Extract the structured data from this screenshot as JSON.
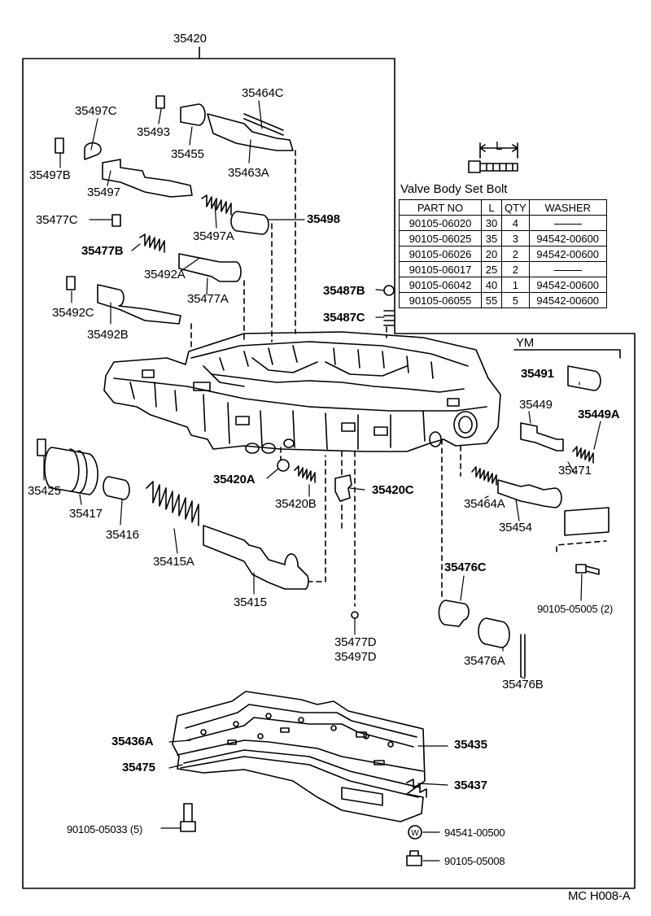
{
  "assembly_number": "35420",
  "figure_code": "MC H008-A",
  "ym_label": "YM",
  "bolt_dimension_label": "L",
  "table": {
    "title": "Valve Body Set Bolt",
    "headers": [
      "PART NO",
      "L",
      "QTY",
      "WASHER"
    ],
    "rows": [
      [
        "90105-06020",
        "30",
        "4",
        ""
      ],
      [
        "90105-06025",
        "35",
        "3",
        "94542-00600"
      ],
      [
        "90105-06026",
        "20",
        "2",
        "94542-00600"
      ],
      [
        "90105-06017",
        "25",
        "2",
        ""
      ],
      [
        "90105-06042",
        "40",
        "1",
        "94542-00600"
      ],
      [
        "90105-06055",
        "55",
        "5",
        "94542-00600"
      ]
    ]
  },
  "labels": {
    "p35497c": "35497C",
    "p35493": "35493",
    "p35464c": "35464C",
    "p35497b": "35497B",
    "p35455": "35455",
    "p35463a": "35463A",
    "p35497": "35497",
    "p35477c": "35477C",
    "p35497a": "35497A",
    "p35498": "35498",
    "p35477b": "35477B",
    "p35492a": "35492A",
    "p35477a": "35477A",
    "p35492c": "35492C",
    "p35492b": "35492B",
    "p35487b": "35487B",
    "p35487c": "35487C",
    "p35491": "35491",
    "p35449": "35449",
    "p35449a": "35449A",
    "p35471": "35471",
    "p35425": "35425",
    "p35417": "35417",
    "p35416": "35416",
    "p35415a": "35415A",
    "p35415": "35415",
    "p35420a": "35420A",
    "p35420b": "35420B",
    "p35420c": "35420C",
    "p35464a": "35464A",
    "p35454": "35454",
    "p35476c": "35476C",
    "p90105_05005": "90105-05005 (2)",
    "p35476a": "35476A",
    "p35476b": "35476B",
    "p35477d": "35477D",
    "p35497d": "35497D",
    "p35436a": "35436A",
    "p35435": "35435",
    "p35475": "35475",
    "p35437": "35437",
    "p90105_05033": "90105-05033 (5)",
    "p94541_00500": "94541-00500",
    "p90105_05008": "90105-05008",
    "washer_symbol": "W"
  }
}
